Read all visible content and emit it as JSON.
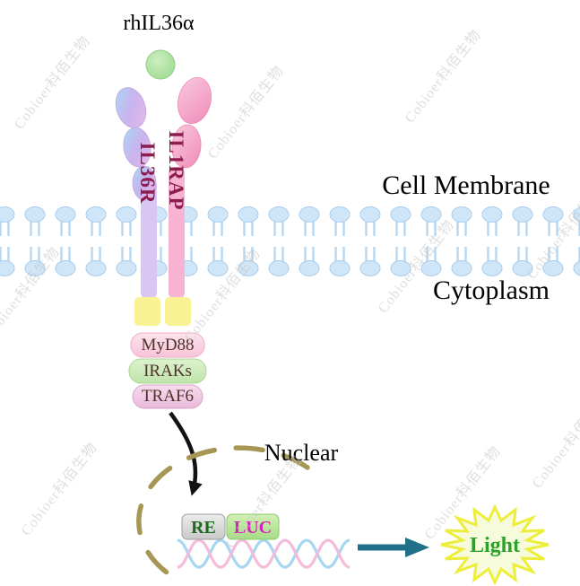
{
  "watermark": {
    "text": "Cobioer科佰生物"
  },
  "labels": {
    "ligand": "rhIL36α",
    "il36r": "IL36R",
    "il1rap": "IL1RAP",
    "cell_membrane": "Cell Membrane",
    "cytoplasm": "Cytoplasm",
    "myd88": "MyD88",
    "iraks": "IRAKs",
    "traf6": "TRAF6",
    "nuclear": "Nuclear",
    "re": "RE",
    "luc": "LUC",
    "light": "Light"
  },
  "colors": {
    "ligand_green": "#aee3a0",
    "membrane_blue": "#cfe5f8",
    "il36r_purple": "#c9b3ee",
    "il1rap_pink": "#f08cba",
    "receptor_label_maroon": "#8b1e4e",
    "tm_yellow": "#f9f295",
    "myd88_pink": "#f8c3d8",
    "iraks_green": "#bfe3a9",
    "traf6_pink": "#e8bad9",
    "nuclear_dash_tan": "#a69754",
    "re_gray": "#d9d9d9",
    "re_text_green": "#1e6b1e",
    "luc_green": "#a5dd85",
    "luc_text_magenta": "#d91fbe",
    "dna_blue": "#a6d7f2",
    "dna_pink": "#f4bcd8",
    "arrow_teal": "#1f7088",
    "burst_yellow": "#edee3a",
    "light_text_green": "#28a228",
    "signal_arrow_black": "#121212"
  }
}
